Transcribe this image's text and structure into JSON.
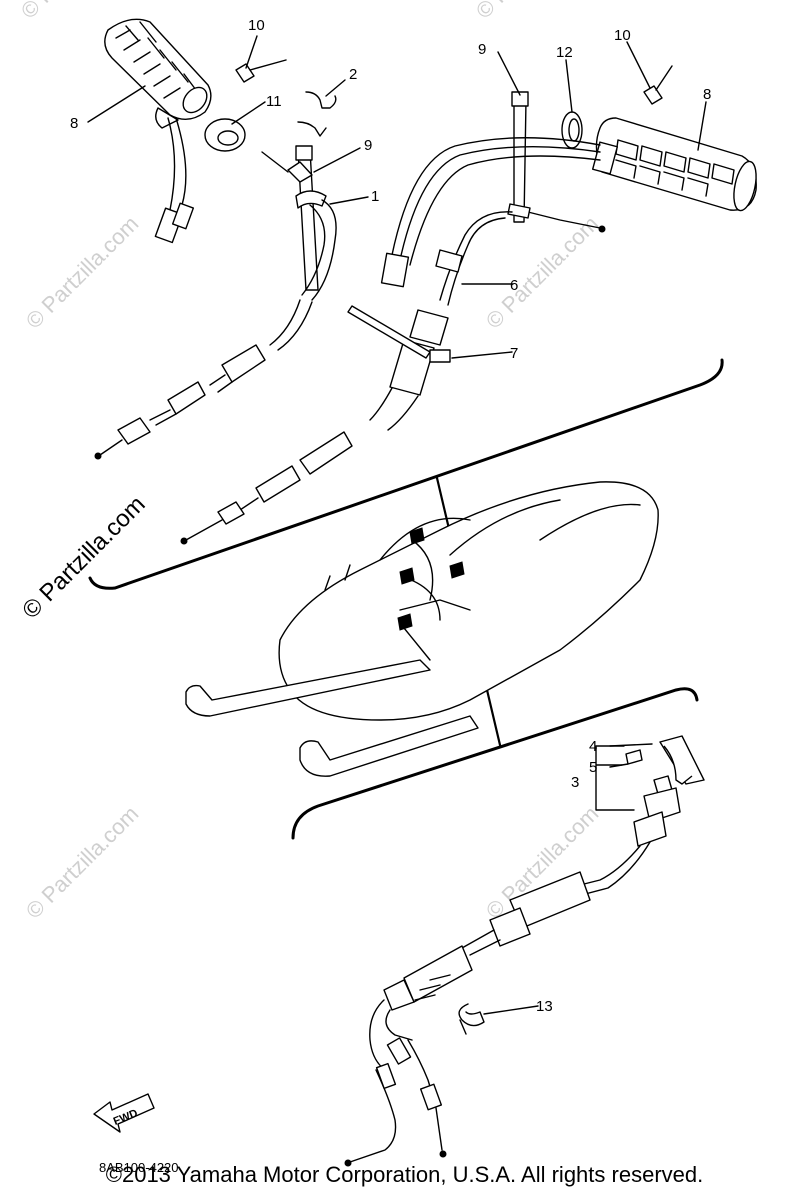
{
  "diagram": {
    "part_labels": {
      "p1": "1",
      "p2": "2",
      "p3": "3",
      "p4": "4",
      "p5": "5",
      "p6": "6",
      "p7": "7",
      "p8_left": "8",
      "p8_right": "8",
      "p9_left": "9",
      "p9_right": "9",
      "p10_left": "10",
      "p10_right": "10",
      "p11": "11",
      "p12": "12",
      "p13": "13"
    },
    "fwd_label": "FWD",
    "drawing_code": "8AB100-4220"
  },
  "watermark": {
    "text": "© Partzilla.com",
    "prominent_text": "© Partzilla.com"
  },
  "footer": {
    "copyright": "©2013  Yamaha Motor Corporation, U.S.A. All rights reserved."
  }
}
